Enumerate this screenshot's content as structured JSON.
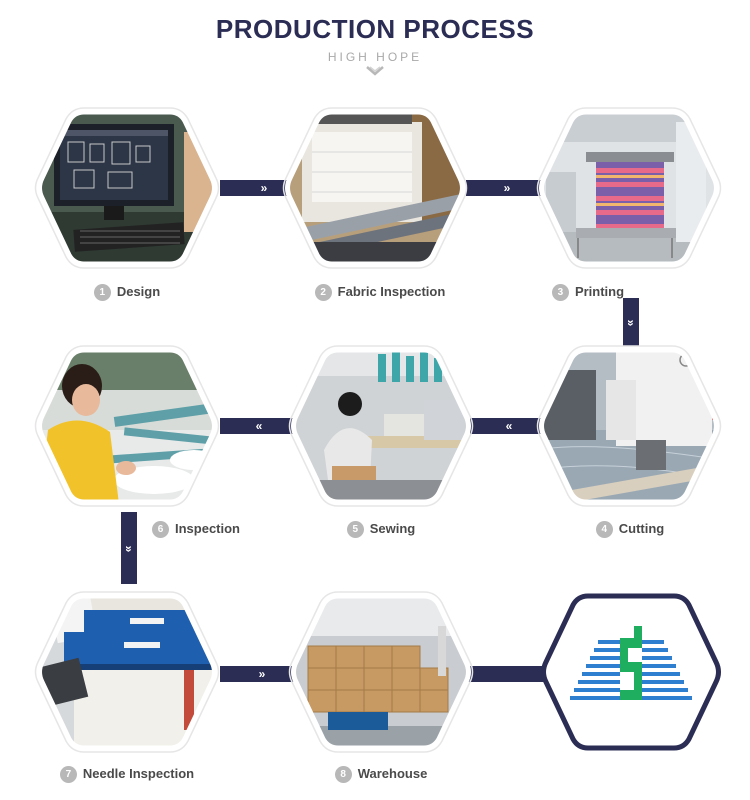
{
  "header": {
    "title": "PRODUCTION PROCESS",
    "subtitle": "HIGH HOPE"
  },
  "colors": {
    "navy": "#2b2d55",
    "badge_grey": "#b8b8b8",
    "label_text": "#4a4a4a",
    "logo_blue": "#2f7fd0",
    "logo_green": "#1fae5f"
  },
  "steps": [
    {
      "num": "1",
      "label": "Design",
      "icon": "computer-design-photo"
    },
    {
      "num": "2",
      "label": "Fabric Inspection",
      "icon": "fabric-inspection-machine-photo"
    },
    {
      "num": "3",
      "label": "Printing",
      "icon": "printing-machine-photo"
    },
    {
      "num": "4",
      "label": "Cutting",
      "icon": "cutting-machine-photo"
    },
    {
      "num": "5",
      "label": "Sewing",
      "icon": "sewing-workshop-photo"
    },
    {
      "num": "6",
      "label": "Inspection",
      "icon": "worker-inspection-photo"
    },
    {
      "num": "7",
      "label": "Needle Inspection",
      "icon": "needle-detector-photo"
    },
    {
      "num": "8",
      "label": "Warehouse",
      "icon": "warehouse-boxes-photo"
    }
  ],
  "logo": {
    "icon": "high-hope-logo"
  },
  "arrows": {
    "right": "»",
    "left": "«",
    "down": "»"
  }
}
